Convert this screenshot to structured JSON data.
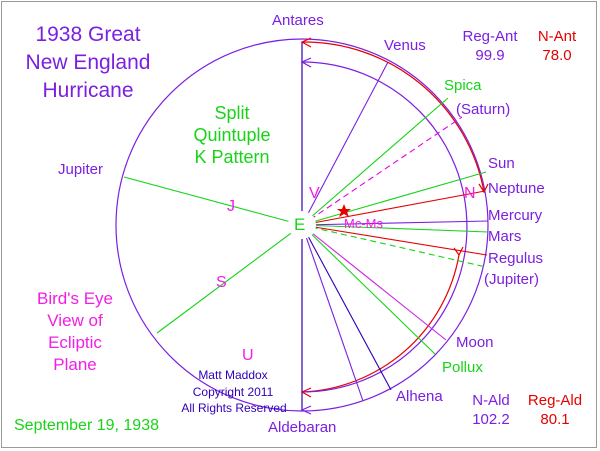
{
  "title": {
    "line1": "1938 Great",
    "line2": "New England",
    "line3": "Hurricane"
  },
  "pattern": {
    "line1": "Split",
    "line2": "Quintuple",
    "line3": "K Pattern"
  },
  "view": {
    "line1": "Bird's Eye",
    "line2": "View of",
    "line3": "Ecliptic",
    "line4": "Plane"
  },
  "date": "September 19, 1938",
  "copyright": {
    "line1": "Matt Maddox",
    "line2": "Copyright 2011",
    "line3": "All Rights Reserved"
  },
  "bodies": {
    "antares": "Antares",
    "venus": "Venus",
    "spica": "Spica",
    "saturn": "(Saturn)",
    "sun": "Sun",
    "neptune": "Neptune",
    "mercury": "Mercury",
    "mars": "Mars",
    "regulus": "Regulus",
    "jupiter_paren": "(Jupiter)",
    "moon": "Moon",
    "pollux": "Pollux",
    "alhena": "Alhena",
    "aldebaran": "Aldebaran",
    "jupiter": "Jupiter"
  },
  "markers": {
    "V": "V",
    "E": "E",
    "J": "J",
    "S": "S",
    "U": "U",
    "N": "N",
    "mcms": "Mc-Ms"
  },
  "distances": {
    "reg_ant_label": "Reg-Ant",
    "reg_ant_value": "99.9",
    "n_ant_label": "N-Ant",
    "n_ant_value": "78.0",
    "n_ald_label": "N-Ald",
    "n_ald_value": "102.2",
    "reg_ald_label": "Reg-Ald",
    "reg_ald_value": "80.1"
  },
  "colors": {
    "purple": "#7b1fe0",
    "green": "#18d418",
    "magenta": "#f21ee6",
    "red": "#e60000",
    "dark_purple": "#2f00b8",
    "star": "#e60000"
  }
}
